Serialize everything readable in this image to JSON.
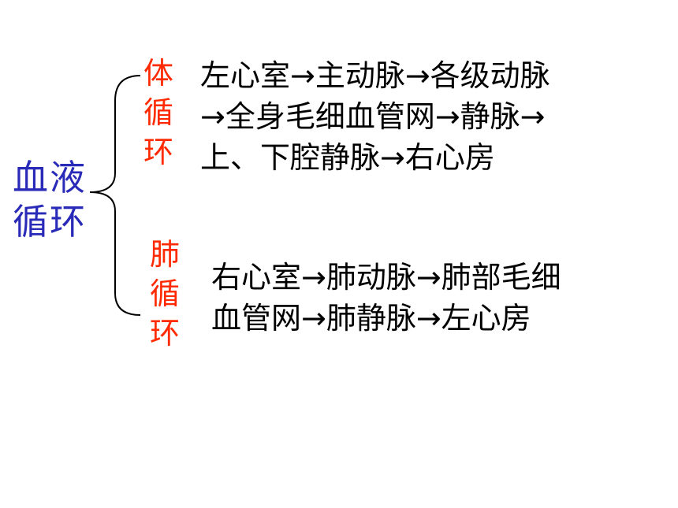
{
  "root": {
    "line1": "血液",
    "line2": "循环"
  },
  "systemic": {
    "label_chars": [
      "体",
      "循",
      "环"
    ],
    "description_lines": [
      "左心室→主动脉→各级动脉",
      "→全身毛细血管网→静脉→",
      "上、下腔静脉→右心房"
    ]
  },
  "pulmonary": {
    "label_chars": [
      "肺",
      "循",
      "环"
    ],
    "description_lines": [
      "右心室→肺动脉→肺部毛细",
      "血管网→肺静脉→左心房"
    ]
  },
  "colors": {
    "root": "#2a2ab8",
    "branch": "#ff2a00",
    "text": "#000000"
  }
}
